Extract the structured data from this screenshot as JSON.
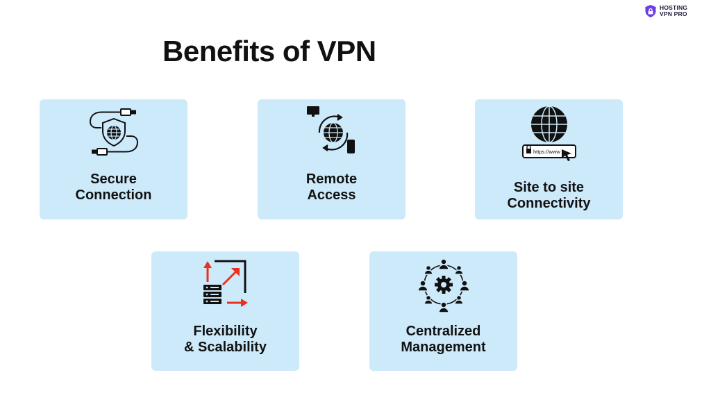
{
  "title": "Benefits of VPN",
  "logo": {
    "line1": "HOSTING",
    "line2": "VPN PRO",
    "icon": "shield-logo-icon",
    "color": "#6a3de8"
  },
  "accent": {
    "card_background": "#cdeafb",
    "arrow_red": "#e8321f"
  },
  "cards": [
    {
      "icon": "shield-usb-icon",
      "line1": "Secure",
      "line2": "Connection"
    },
    {
      "icon": "globe-devices-icon",
      "line1": "Remote",
      "line2": "Access"
    },
    {
      "icon": "globe-browser-icon",
      "line1": "Site to site",
      "line2": "Connectivity",
      "url_text": "https://www"
    },
    {
      "icon": "server-arrows-icon",
      "line1": "Flexibility",
      "line2": "& Scalability"
    },
    {
      "icon": "people-gear-icon",
      "line1": "Centralized",
      "line2": "Management"
    }
  ]
}
